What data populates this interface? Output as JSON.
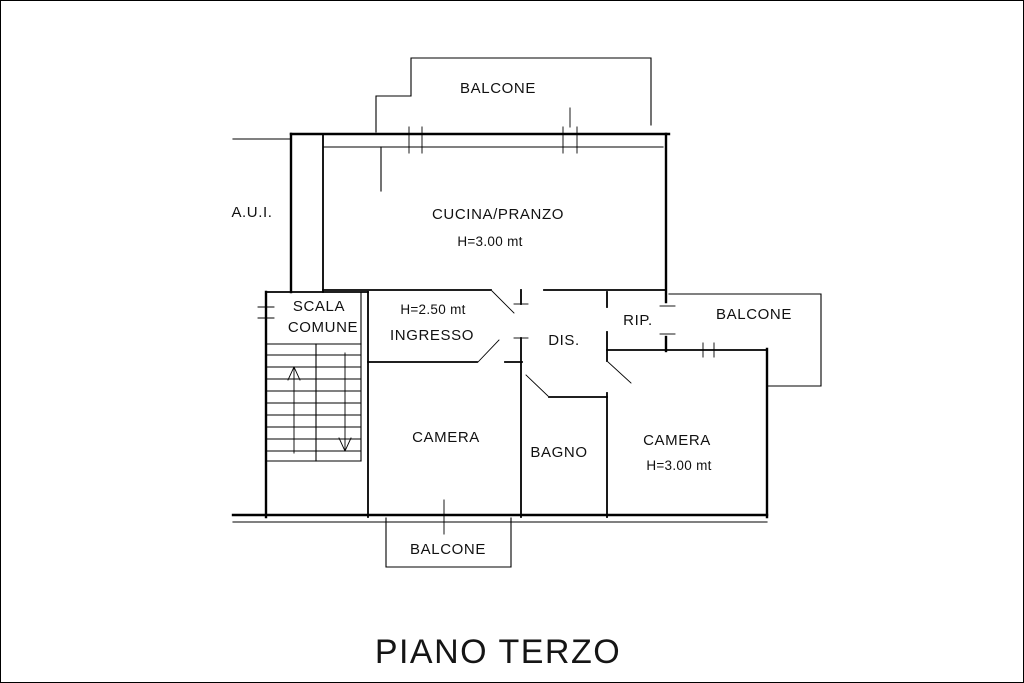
{
  "drawing": {
    "title": "PIANO TERZO",
    "labels": {
      "balcone_top": "BALCONE",
      "aui": "A.U.I.",
      "cucina": "CUCINA/PRANZO",
      "cucina_height": "H=3.00 mt",
      "scala_line1": "SCALA",
      "scala_line2": "COMUNE",
      "ingresso_height": "H=2.50 mt",
      "ingresso": "INGRESSO",
      "dis": "DIS.",
      "rip": "RIP.",
      "balcone_right": "BALCONE",
      "camera_left": "CAMERA",
      "bagno": "BAGNO",
      "camera_right": "CAMERA",
      "camera_right_height": "H=3.00 mt",
      "balcone_bottom": "BALCONE"
    },
    "colors": {
      "line": "#000000",
      "background": "#ffffff",
      "text": "#111111"
    }
  }
}
